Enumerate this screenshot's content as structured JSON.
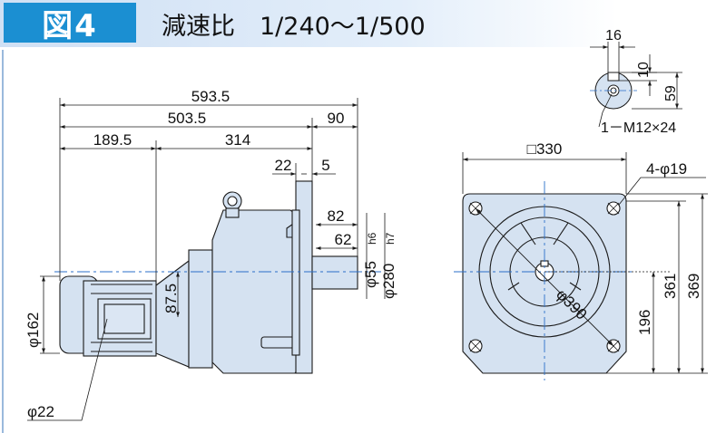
{
  "header": {
    "figure_label": "図4",
    "title": "減速比　1/240～1/500"
  },
  "colors": {
    "badge": "#1b8fd2",
    "body_fill": "#d5e2f1",
    "line": "#1a1a1a",
    "center_line": "#2a6fc9"
  },
  "dimensions": {
    "overall_length": "593.5",
    "body_length": "503.5",
    "shaft_length": "90",
    "motor_length": "189.5",
    "gear_length": "314",
    "flange_22": "22",
    "flange_5": "5",
    "shaft_82": "82",
    "shaft_62": "62",
    "shaft_dia": "φ55",
    "shaft_tol": "h6",
    "spigot_dia": "φ280",
    "spigot_tol": "h7",
    "motor_dia": "φ162",
    "motor_offset": "87.5",
    "cable_dia": "φ22",
    "flange_square": "□330",
    "bolt_holes": "4-φ19",
    "pcd": "φ390",
    "center_height": "196",
    "flange_height_361": "361",
    "flange_height_369": "369",
    "key_width": "16",
    "key_depth": "10",
    "key_height": "59",
    "tap": "1－M12×24"
  }
}
